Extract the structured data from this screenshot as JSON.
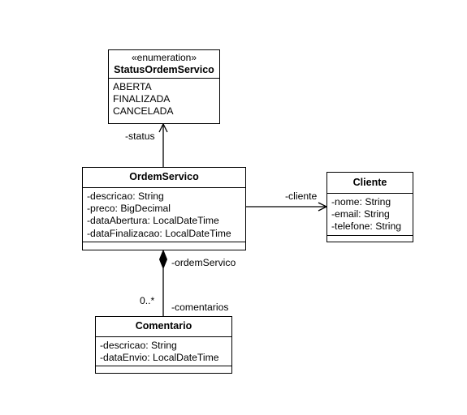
{
  "classes": {
    "status": {
      "stereotype": "«enumeration»",
      "name": "StatusOrdemServico",
      "values": [
        "ABERTA",
        "FINALIZADA",
        "CANCELADA"
      ]
    },
    "ordem": {
      "name": "OrdemServico",
      "attributes": [
        "-descricao: String",
        "-preco: BigDecimal",
        "-dataAbertura: LocalDateTime",
        "-dataFinalizacao: LocalDateTime"
      ]
    },
    "cliente": {
      "name": "Cliente",
      "attributes": [
        "-nome: String",
        "-email: String",
        "-telefone: String"
      ]
    },
    "comentario": {
      "name": "Comentario",
      "attributes": [
        "-descricao: String",
        "-dataEnvio: LocalDateTime"
      ]
    }
  },
  "relations": {
    "status_role": "-status",
    "cliente_role": "-cliente",
    "ordem_role": "-ordemServico",
    "comentarios_role": "-comentarios",
    "comentarios_multiplicity": "0..*"
  }
}
